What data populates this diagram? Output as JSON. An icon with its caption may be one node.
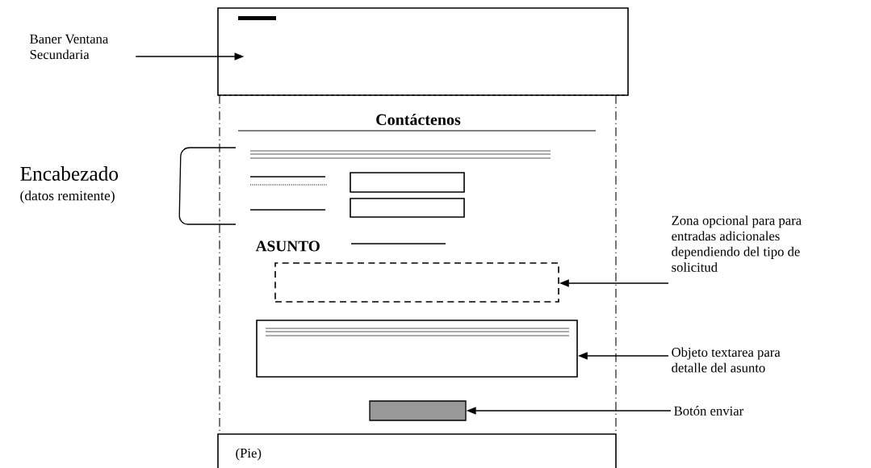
{
  "diagram": {
    "nodes": [
      {
        "text": [
          "Baner Ventana Secundaria"
        ]
      },
      {
        "text": [],
        "shape": "box"
      },
      {
        "text": [],
        "shape": "box"
      },
      {
        "text": [
          "Zona opcional para para entradas adicionales dependiendo del tipo de solicitud"
        ]
      },
      {
        "text": [],
        "shape": "box"
      },
      {
        "text": [
          "Objeto textarea para detalle del asunto"
        ]
      },
      {
        "text": [],
        "shape": "box"
      },
      {
        "text": [
          "Botón enviar"
        ]
      }
    ],
    "edges": [
      {
        "from": 0,
        "to": 1,
        "arrow": "to"
      },
      {
        "from": 3,
        "to": 2,
        "arrow": "to"
      },
      {
        "from": 5,
        "to": 4,
        "arrow": "to"
      },
      {
        "from": 7,
        "to": 6,
        "arrow": "to"
      }
    ],
    "labels": [
      "Contáctenos",
      "Encabezado",
      "(datos remitente)",
      "ASUNTO",
      "(Pie)"
    ]
  }
}
